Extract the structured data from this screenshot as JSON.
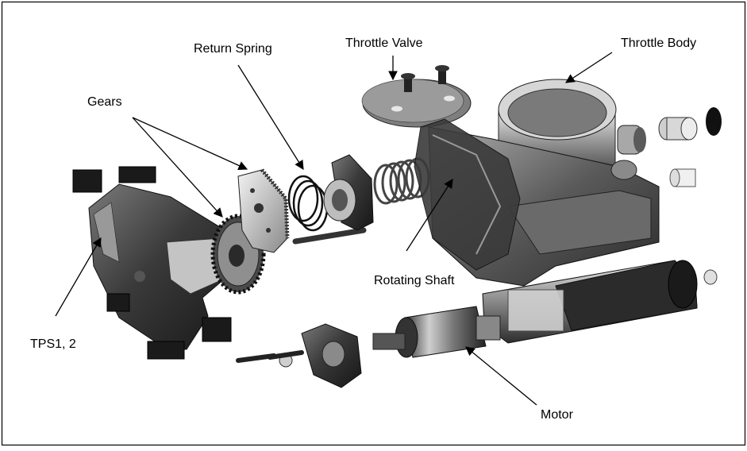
{
  "labels": {
    "return_spring": "Return Spring",
    "throttle_valve": "Throttle Valve",
    "throttle_body": "Throttle Body",
    "gears": "Gears",
    "rotating_shaft": "Rotating Shaft",
    "tps": "TPS1, 2",
    "motor": "Motor"
  },
  "colors": {
    "part_dark": "#2b2b2b",
    "part_mid": "#6e6e6e",
    "part_light": "#bdbdbd",
    "border": "#000000",
    "background": "#ffffff"
  }
}
